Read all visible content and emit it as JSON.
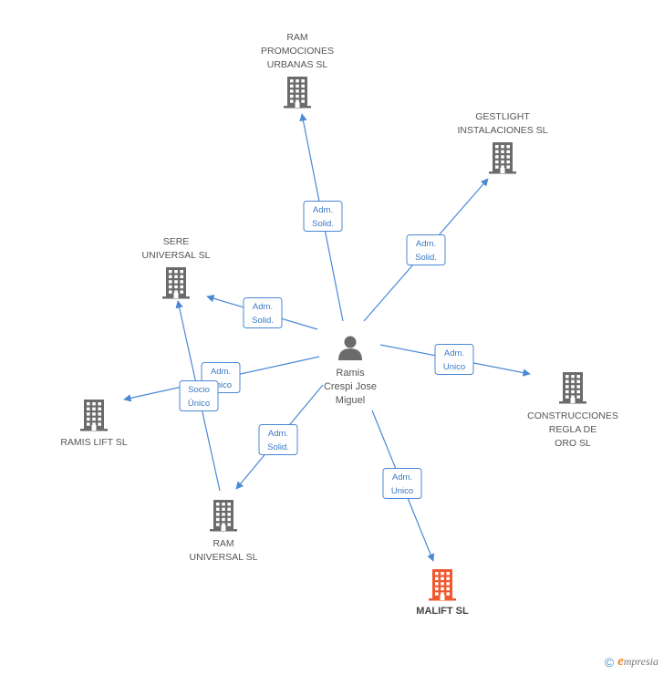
{
  "colors": {
    "edge": "#4a88d6",
    "building": "#6b6b6b",
    "building_highlight": "#f0582e",
    "badge_border": "#4a88d6",
    "person": "#6b6b6b"
  },
  "center": {
    "icon": "person-icon",
    "label_lines": [
      "Ramis",
      "Crespi Jose",
      "Miguel"
    ]
  },
  "nodes": [
    {
      "id": "ram-promociones",
      "label_lines": [
        "RAM",
        "PROMOCIONES",
        "URBANAS SL"
      ],
      "icon": "building-icon",
      "highlight": false
    },
    {
      "id": "gestlight",
      "label_lines": [
        "GESTLIGHT",
        "INSTALACIONES SL"
      ],
      "icon": "building-icon",
      "highlight": false
    },
    {
      "id": "sere-universal",
      "label_lines": [
        "SERE",
        "UNIVERSAL SL"
      ],
      "icon": "building-icon",
      "highlight": false
    },
    {
      "id": "ramis-lift",
      "label_lines": [
        "RAMIS LIFT SL"
      ],
      "icon": "building-icon",
      "highlight": false
    },
    {
      "id": "construcciones-regla",
      "label_lines": [
        "CONSTRUCCIONES",
        "REGLA DE",
        "ORO SL"
      ],
      "icon": "building-icon",
      "highlight": false
    },
    {
      "id": "ram-universal",
      "label_lines": [
        "RAM",
        "UNIVERSAL SL"
      ],
      "icon": "building-icon",
      "highlight": false
    },
    {
      "id": "malift",
      "label_lines": [
        "MALIFT SL"
      ],
      "icon": "building-icon",
      "highlight": true
    }
  ],
  "edges": [
    {
      "from": "center",
      "to": "ram-promociones",
      "label_lines": [
        "Adm.",
        "Solid."
      ]
    },
    {
      "from": "center",
      "to": "gestlight",
      "label_lines": [
        "Adm.",
        "Solid."
      ]
    },
    {
      "from": "center",
      "to": "sere-universal",
      "label_lines": [
        "Adm.",
        "Solid."
      ]
    },
    {
      "from": "center",
      "to": "ramis-lift",
      "label_lines": [
        "Adm.",
        "Unico"
      ]
    },
    {
      "from": "center",
      "to": "construcciones-regla",
      "label_lines": [
        "Adm.",
        "Unico"
      ]
    },
    {
      "from": "center",
      "to": "ram-universal",
      "label_lines": [
        "Adm.",
        "Solid."
      ]
    },
    {
      "from": "center",
      "to": "malift",
      "label_lines": [
        "Adm.",
        "Unico"
      ]
    },
    {
      "from": "ram-universal",
      "to": "sere-universal",
      "label_lines": [
        "Socio",
        "Único"
      ]
    }
  ],
  "footer": {
    "copyright": "©",
    "brand_initial": "e",
    "brand_rest": "mpresia"
  }
}
